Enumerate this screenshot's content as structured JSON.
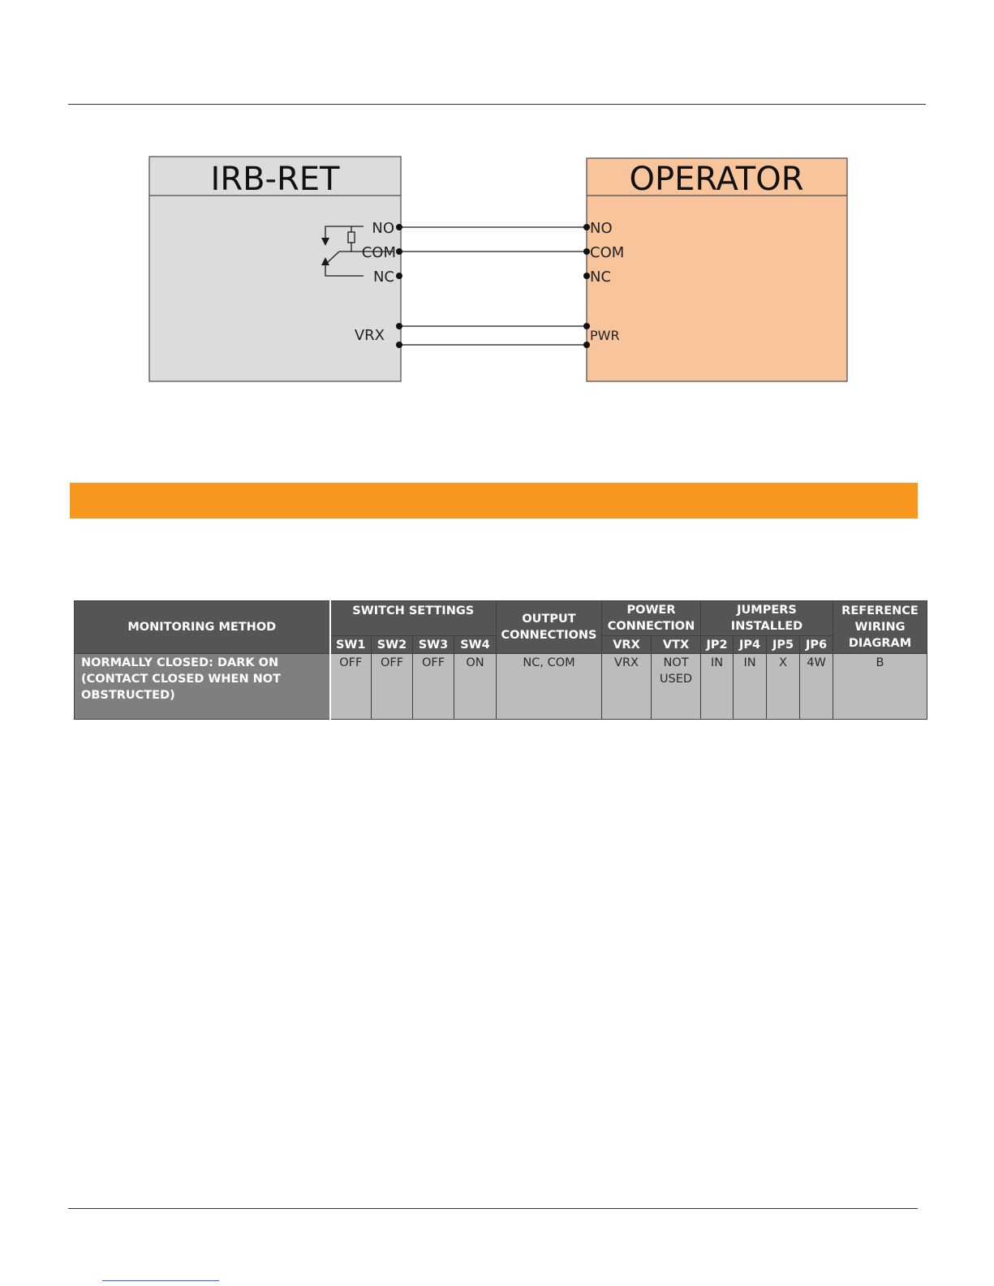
{
  "diagram": {
    "left_box_title": "IRB-RET",
    "right_box_title": "OPERATOR",
    "left_terminals": {
      "no": "NO",
      "com": "COM",
      "nc": "NC",
      "vrx": "VRX"
    },
    "right_terminals": {
      "no": "NO",
      "com": "COM",
      "nc": "NC",
      "pwr": "PWR"
    },
    "colors": {
      "left_box_fill": "#dcdcdc",
      "right_box_fill": "#f8c49b",
      "wire": "#1a1a1a"
    }
  },
  "section_bar": {
    "color": "#f7971e"
  },
  "table": {
    "headers": {
      "monitoring_method": "MONITORING METHOD",
      "switch_settings": "SWITCH SETTINGS",
      "output_connections": "OUTPUT\nCONNECTIONS",
      "power_connection": "POWER\nCONNECTION",
      "jumpers_installed": "JUMPERS\nINSTALLED",
      "reference_wiring_diagram": "REFERENCE\nWIRING\nDIAGRAM",
      "sw1": "SW1",
      "sw2": "SW2",
      "sw3": "SW3",
      "sw4": "SW4",
      "vrx": "VRX",
      "vtx": "VTX",
      "jp2": "JP2",
      "jp4": "JP4",
      "jp5": "JP5",
      "jp6": "JP6"
    },
    "row": {
      "monitoring_method": "NORMALLY CLOSED:  DARK ON\n(CONTACT CLOSED WHEN NOT\nOBSTRUCTED)",
      "sw1": "OFF",
      "sw2": "OFF",
      "sw3": "OFF",
      "sw4": "ON",
      "output_connections": "NC, COM",
      "vrx": "VRX",
      "vtx": "NOT\nUSED",
      "jp2": "IN",
      "jp4": "IN",
      "jp5": "X",
      "jp6": "4W",
      "reference_wiring_diagram": "B"
    }
  }
}
